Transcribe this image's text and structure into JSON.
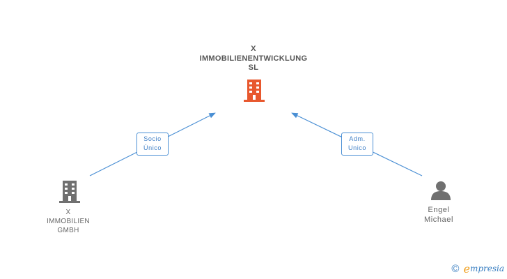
{
  "main_company": {
    "name_lines": [
      "X",
      "IMMOBILIENENTWICKLUNG",
      "SL"
    ],
    "icon": "building-icon",
    "color": "#e8582e"
  },
  "shareholder_company": {
    "name_lines": [
      "X",
      "IMMOBILIEN",
      "GMBH"
    ],
    "icon": "building-icon",
    "color": "#707070"
  },
  "person": {
    "name_lines": [
      "Engel",
      "Michael"
    ],
    "icon": "person-icon",
    "color": "#707070"
  },
  "relations": [
    {
      "label_lines": [
        "Socio",
        "Único"
      ]
    },
    {
      "label_lines": [
        "Adm.",
        "Unico"
      ]
    }
  ],
  "footer": {
    "copyright_symbol": "©",
    "brand_first_letter": "e",
    "brand_rest": "mpresia"
  },
  "colors": {
    "edge": "#4a8fd4",
    "main_building": "#e8582e",
    "secondary_icon": "#707070"
  }
}
